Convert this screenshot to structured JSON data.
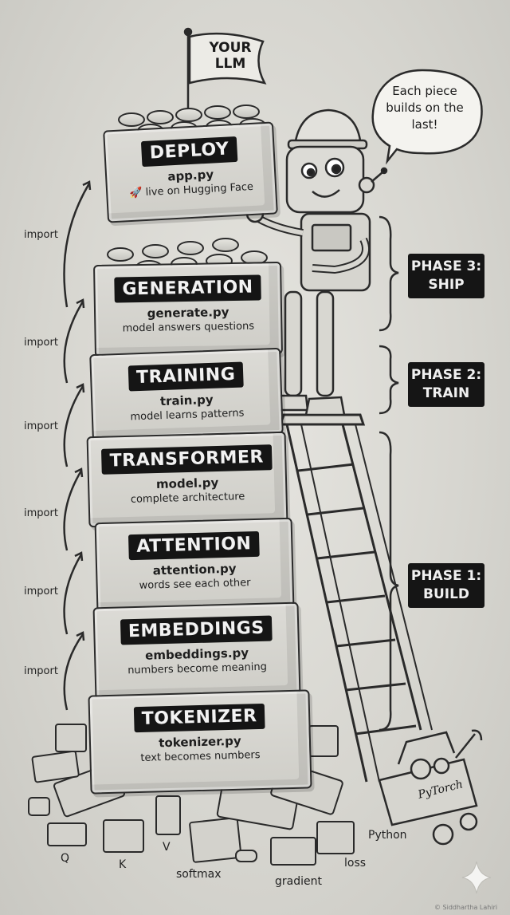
{
  "flag": {
    "text": "YOUR LLM"
  },
  "speech_bubble": {
    "text": "Each piece builds on the last!"
  },
  "bricks": [
    {
      "name": "DEPLOY",
      "file": "app.py",
      "desc": "live on Hugging Face",
      "desc_icon": "rocket-icon"
    },
    {
      "name": "GENERATION",
      "file": "generate.py",
      "desc": "model answers questions"
    },
    {
      "name": "TRAINING",
      "file": "train.py",
      "desc": "model learns patterns"
    },
    {
      "name": "TRANSFORMER",
      "file": "model.py",
      "desc": "complete architecture"
    },
    {
      "name": "ATTENTION",
      "file": "attention.py",
      "desc": "words see each other"
    },
    {
      "name": "EMBEDDINGS",
      "file": "embeddings.py",
      "desc": "numbers become meaning"
    },
    {
      "name": "TOKENIZER",
      "file": "tokenizer.py",
      "desc": "text becomes numbers"
    }
  ],
  "import_label": "import",
  "phases": [
    {
      "label": "PHASE 3: SHIP"
    },
    {
      "label": "PHASE 2: TRAIN"
    },
    {
      "label": "PHASE 1: BUILD"
    }
  ],
  "ground_labels": {
    "q": "Q",
    "k": "K",
    "v": "V",
    "softmax": "softmax",
    "gradient": "gradient",
    "loss": "loss",
    "python": "Python"
  },
  "toolbox_label": "PyTorch",
  "watermark": "© Siddhartha Lahiri",
  "icons": [
    "flag-icon",
    "robot-icon",
    "ladder-icon",
    "toolbox-icon",
    "rocket-icon",
    "gear-icon",
    "wrench-icon",
    "sparkle-icon",
    "arrow-icon",
    "brace-icon"
  ]
}
